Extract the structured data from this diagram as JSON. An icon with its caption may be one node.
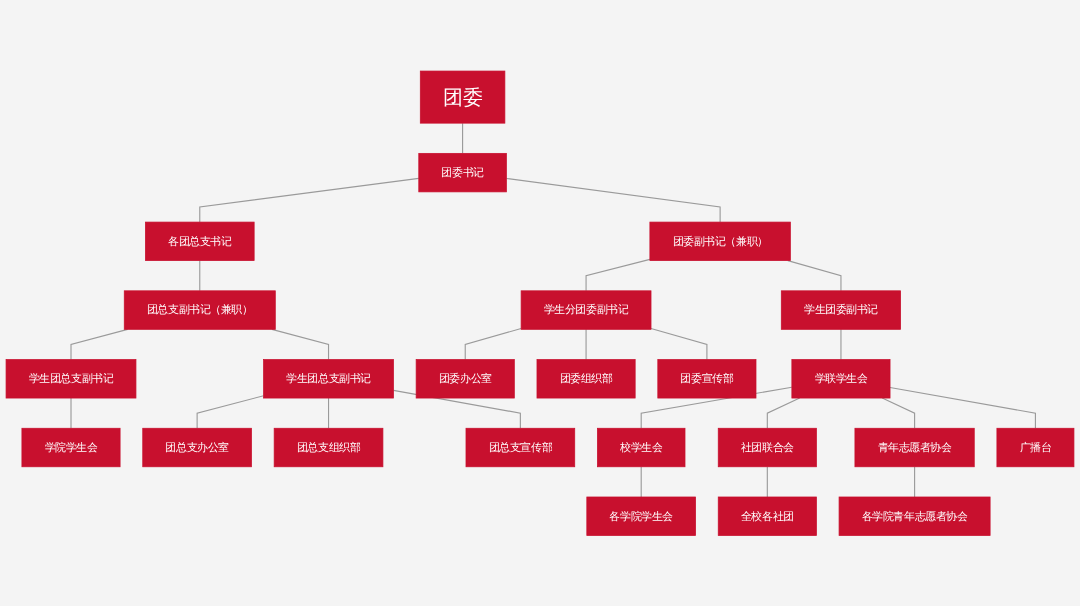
{
  "diagram": {
    "nodes": [
      {
        "text": [
          "团委"
        ]
      },
      {
        "text": [
          "团委书记"
        ]
      },
      {
        "text": [
          "各团总支书记"
        ]
      },
      {
        "text": [
          "团委副书记（兼职）"
        ]
      },
      {
        "text": [
          "团总支副书记（兼职）"
        ]
      },
      {
        "text": [
          "学生团总支副书记"
        ]
      },
      {
        "text": [
          "学生团总支副书记"
        ]
      },
      {
        "text": [
          "学院学生会"
        ]
      },
      {
        "text": [
          "团总支办公室"
        ]
      },
      {
        "text": [
          "团总支组织部"
        ]
      },
      {
        "text": [
          "团总支宣传部"
        ]
      },
      {
        "text": [
          "学生分团委副书记"
        ]
      },
      {
        "text": [
          "学生团委副书记"
        ]
      },
      {
        "text": [
          "团委办公室"
        ]
      },
      {
        "text": [
          "团委组织部"
        ]
      },
      {
        "text": [
          "团委宣传部"
        ]
      },
      {
        "text": [
          "学联学生会"
        ]
      },
      {
        "text": [
          "校学生会"
        ]
      },
      {
        "text": [
          "社团联合会"
        ]
      },
      {
        "text": [
          "青年志愿者协会"
        ]
      },
      {
        "text": [
          "广播台"
        ]
      },
      {
        "text": [
          "各学院学生会"
        ]
      },
      {
        "text": [
          "全校各社团"
        ]
      },
      {
        "text": [
          "各学院青年志愿者协会"
        ]
      }
    ],
    "edges": [
      {
        "from": 0,
        "to": 1,
        "arrow": "none"
      },
      {
        "from": 1,
        "to": 2,
        "arrow": "none"
      },
      {
        "from": 1,
        "to": 3,
        "arrow": "none"
      },
      {
        "from": 2,
        "to": 4,
        "arrow": "none"
      },
      {
        "from": 4,
        "to": 5,
        "arrow": "none"
      },
      {
        "from": 4,
        "to": 6,
        "arrow": "none"
      },
      {
        "from": 5,
        "to": 7,
        "arrow": "none"
      },
      {
        "from": 6,
        "to": 8,
        "arrow": "none"
      },
      {
        "from": 6,
        "to": 9,
        "arrow": "none"
      },
      {
        "from": 6,
        "to": 10,
        "arrow": "none"
      },
      {
        "from": 3,
        "to": 11,
        "arrow": "none"
      },
      {
        "from": 3,
        "to": 12,
        "arrow": "none"
      },
      {
        "from": 11,
        "to": 13,
        "arrow": "none"
      },
      {
        "from": 11,
        "to": 14,
        "arrow": "none"
      },
      {
        "from": 11,
        "to": 15,
        "arrow": "none"
      },
      {
        "from": 12,
        "to": 16,
        "arrow": "none"
      },
      {
        "from": 16,
        "to": 17,
        "arrow": "none"
      },
      {
        "from": 16,
        "to": 18,
        "arrow": "none"
      },
      {
        "from": 16,
        "to": 19,
        "arrow": "none"
      },
      {
        "from": 16,
        "to": 20,
        "arrow": "none"
      },
      {
        "from": 17,
        "to": 21,
        "arrow": "none"
      },
      {
        "from": 18,
        "to": 22,
        "arrow": "none"
      },
      {
        "from": 19,
        "to": 23,
        "arrow": "none"
      }
    ]
  }
}
